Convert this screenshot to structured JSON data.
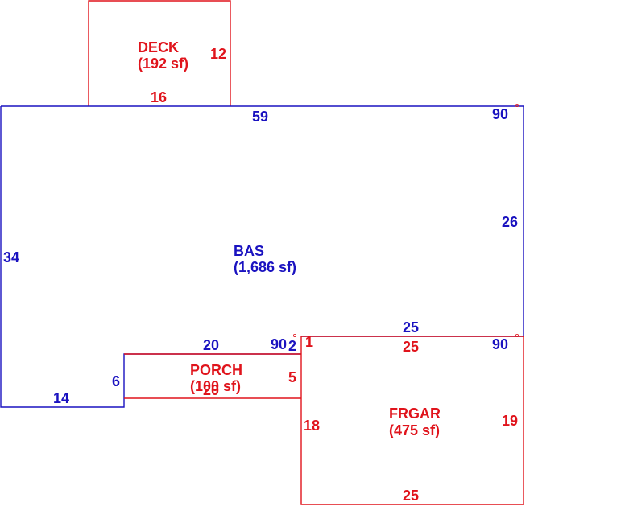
{
  "colors": {
    "bas": "#1a12c0",
    "addition": "#e0141c"
  },
  "areas": {
    "deck": {
      "name": "DECK",
      "area": "(192 sf)"
    },
    "bas": {
      "name": "BAS",
      "area": "(1,686 sf)"
    },
    "porch": {
      "name": "PORCH",
      "area": "(100 sf)"
    },
    "frgar": {
      "name": "FRGAR",
      "area": "(475 sf)"
    }
  },
  "dimensions": {
    "deck_side": "12",
    "deck_bottom": "16",
    "bas_top": "59",
    "bas_left": "34",
    "bas_right": "26",
    "bas_bottom": "14",
    "bas_step": "6",
    "bas_inner_top": "20",
    "bas_inner_right": "2",
    "bas_garage_top": "25",
    "angle_top_right": "90",
    "angle_mid": "90",
    "angle_right_mid": "90",
    "porch_bottom": "20",
    "porch_side": "5",
    "frgar_top": "25",
    "frgar_left": "18",
    "frgar_right": "19",
    "frgar_bottom": "25",
    "frgar_notch": "1"
  }
}
